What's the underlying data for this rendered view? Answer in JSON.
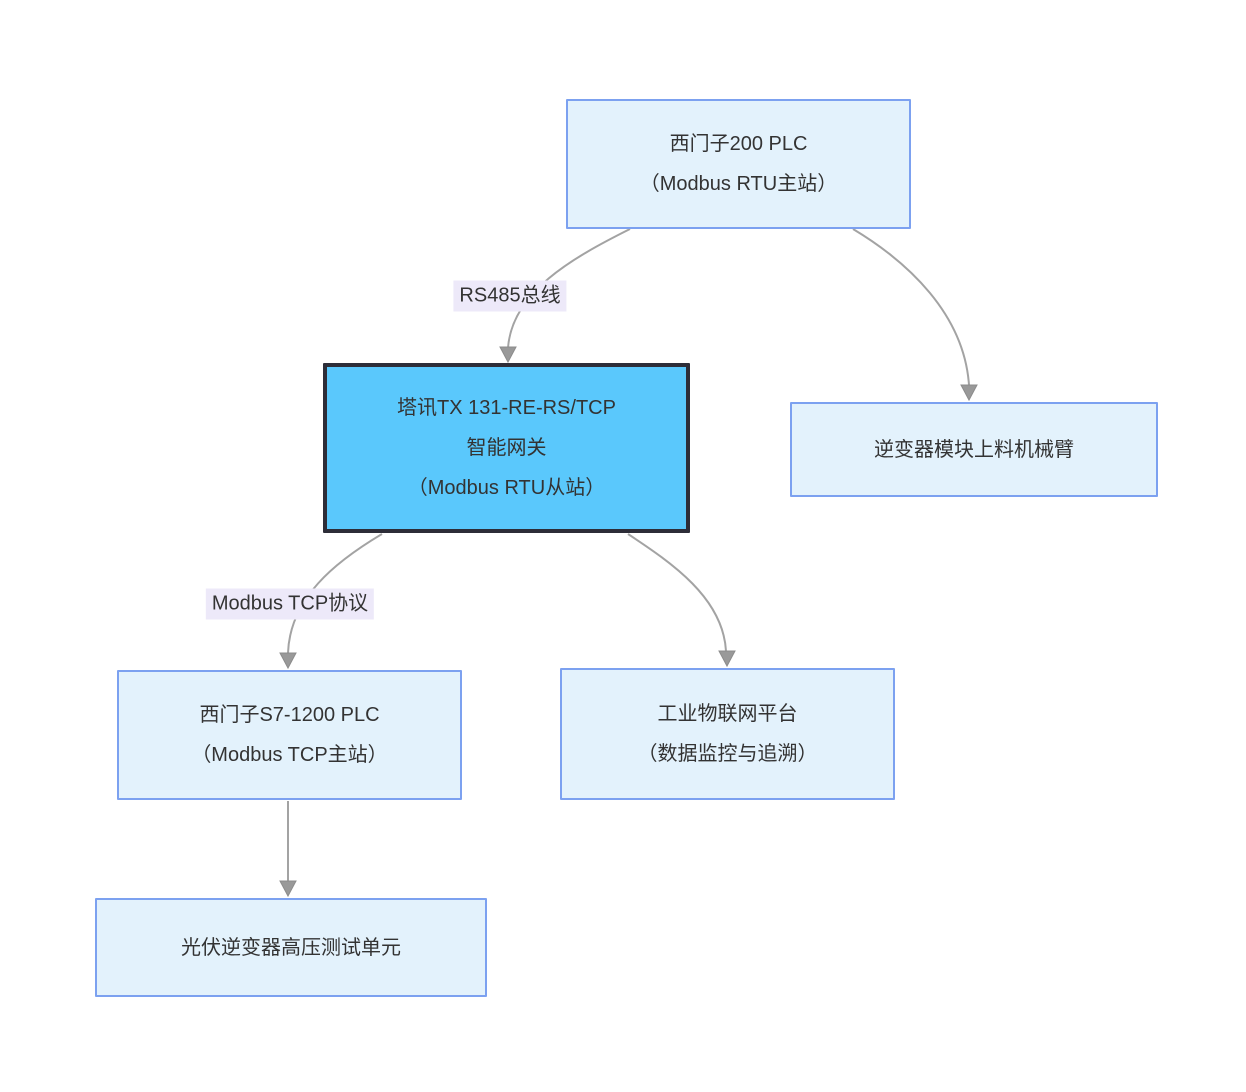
{
  "diagram": {
    "type": "flowchart",
    "direction": "top-down"
  },
  "nodes": {
    "plc200": {
      "lines": [
        "西门子200 PLC",
        "（Modbus RTU主站）"
      ],
      "role": "Modbus RTU master",
      "highlighted": false
    },
    "gateway": {
      "lines": [
        "塔讯TX 131-RE-RS/TCP",
        "智能网关",
        "（Modbus RTU从站）"
      ],
      "role": "smart gateway / Modbus RTU slave",
      "highlighted": true
    },
    "robot_arm": {
      "lines": [
        "逆变器模块上料机械臂"
      ],
      "highlighted": false
    },
    "plc1200": {
      "lines": [
        "西门子S7-1200 PLC",
        "（Modbus TCP主站）"
      ],
      "role": "Modbus TCP master",
      "highlighted": false
    },
    "iot": {
      "lines": [
        "工业物联网平台",
        "（数据监控与追溯）"
      ],
      "highlighted": false
    },
    "hv_test": {
      "lines": [
        "光伏逆变器高压测试单元"
      ],
      "highlighted": false
    }
  },
  "edges": [
    {
      "from": "plc200",
      "to": "gateway",
      "label": "RS485总线"
    },
    {
      "from": "plc200",
      "to": "robot_arm",
      "label": ""
    },
    {
      "from": "gateway",
      "to": "plc1200",
      "label": "Modbus TCP协议"
    },
    {
      "from": "gateway",
      "to": "iot",
      "label": ""
    },
    {
      "from": "plc1200",
      "to": "hv_test",
      "label": ""
    }
  ],
  "colors": {
    "background": "#ffffff",
    "node_fill": "#e3f2fc",
    "node_border": "#7ca1f0",
    "highlight_fill": "#5ac8fc",
    "highlight_border": "#2d2d38",
    "edge_line": "#a3a3a3",
    "arrowhead": "#999999",
    "arrowhead_stroke": "#8c8c8c",
    "label_bg": "#ede9f9",
    "text": "#333333"
  }
}
